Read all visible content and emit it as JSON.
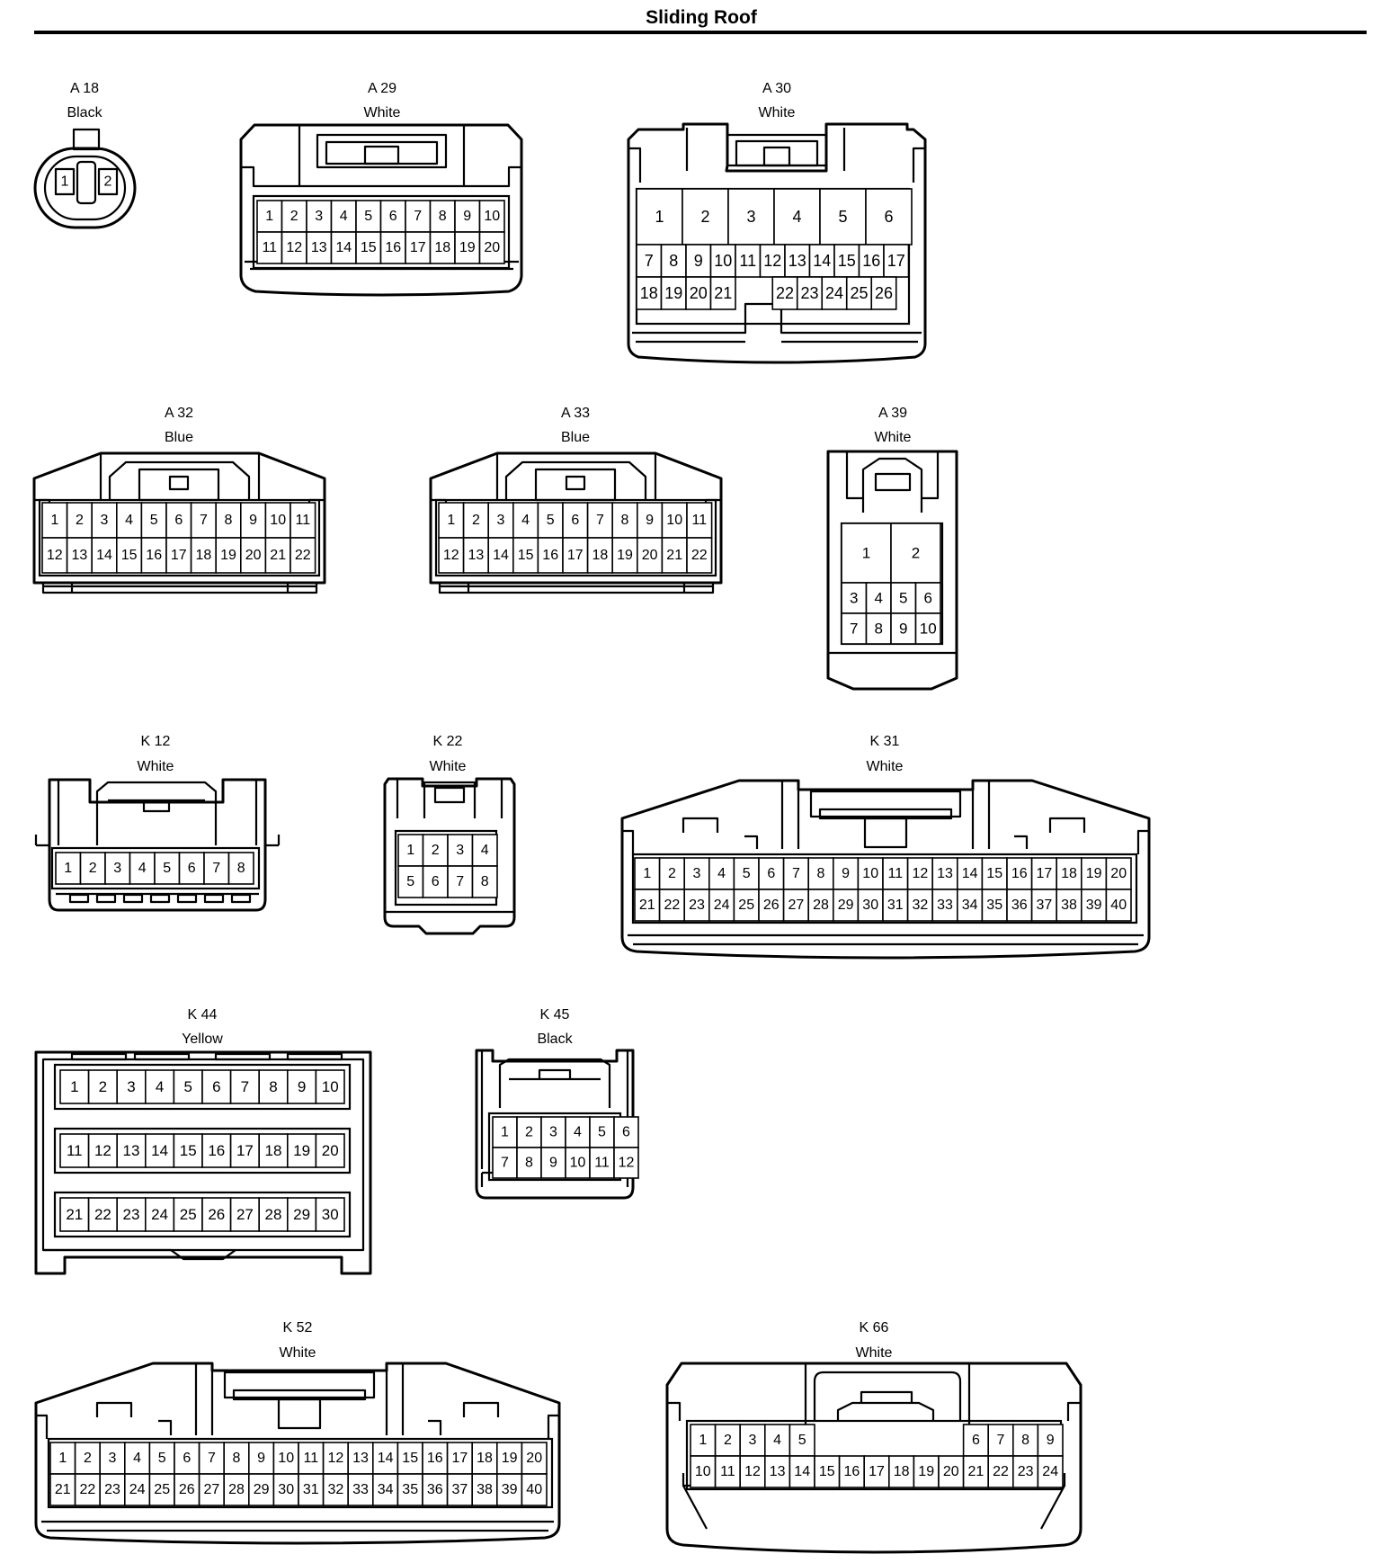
{
  "page": {
    "title": "Sliding Roof"
  },
  "connectors": [
    {
      "id": "A 18",
      "color": "Black",
      "pins": [
        1,
        2
      ]
    },
    {
      "id": "A 29",
      "color": "White",
      "rows": [
        [
          1,
          2,
          3,
          4,
          5,
          6,
          7,
          8,
          9,
          10
        ],
        [
          11,
          12,
          13,
          14,
          15,
          16,
          17,
          18,
          19,
          20
        ]
      ]
    },
    {
      "id": "A 30",
      "color": "White",
      "rows": [
        [
          1,
          2,
          3,
          4,
          5,
          6
        ],
        [
          7,
          8,
          9,
          10,
          11,
          12,
          13,
          14,
          15,
          16,
          17
        ],
        [
          18,
          19,
          20,
          21,
          null,
          22,
          23,
          24,
          25,
          26
        ]
      ]
    },
    {
      "id": "A 32",
      "color": "Blue",
      "rows": [
        [
          1,
          2,
          3,
          4,
          5,
          6,
          7,
          8,
          9,
          10,
          11
        ],
        [
          12,
          13,
          14,
          15,
          16,
          17,
          18,
          19,
          20,
          21,
          22
        ]
      ]
    },
    {
      "id": "A 33",
      "color": "Blue",
      "rows": [
        [
          1,
          2,
          3,
          4,
          5,
          6,
          7,
          8,
          9,
          10,
          11
        ],
        [
          12,
          13,
          14,
          15,
          16,
          17,
          18,
          19,
          20,
          21,
          22
        ]
      ]
    },
    {
      "id": "A 39",
      "color": "White",
      "rows": [
        [
          1,
          2
        ],
        [
          3,
          4,
          5,
          6
        ],
        [
          7,
          8,
          9,
          10
        ]
      ]
    },
    {
      "id": "K 12",
      "color": "White",
      "rows": [
        [
          1,
          2,
          3,
          4,
          5,
          6,
          7,
          8
        ]
      ]
    },
    {
      "id": "K 22",
      "color": "White",
      "rows": [
        [
          1,
          2,
          3,
          4
        ],
        [
          5,
          6,
          7,
          8
        ]
      ]
    },
    {
      "id": "K 31",
      "color": "White",
      "rows": [
        [
          1,
          2,
          3,
          4,
          5,
          6,
          7,
          8,
          9,
          10,
          11,
          12,
          13,
          14,
          15,
          16,
          17,
          18,
          19,
          20
        ],
        [
          21,
          22,
          23,
          24,
          25,
          26,
          27,
          28,
          29,
          30,
          31,
          32,
          33,
          34,
          35,
          36,
          37,
          38,
          39,
          40
        ]
      ]
    },
    {
      "id": "K 44",
      "color": "Yellow",
      "rows": [
        [
          1,
          2,
          3,
          4,
          5,
          6,
          7,
          8,
          9,
          10
        ],
        [
          11,
          12,
          13,
          14,
          15,
          16,
          17,
          18,
          19,
          20
        ],
        [
          21,
          22,
          23,
          24,
          25,
          26,
          27,
          28,
          29,
          30
        ]
      ]
    },
    {
      "id": "K 45",
      "color": "Black",
      "rows": [
        [
          1,
          2,
          3,
          4,
          5,
          6
        ],
        [
          7,
          8,
          9,
          10,
          11,
          12
        ]
      ]
    },
    {
      "id": "K 52",
      "color": "White",
      "rows": [
        [
          1,
          2,
          3,
          4,
          5,
          6,
          7,
          8,
          9,
          10,
          11,
          12,
          13,
          14,
          15,
          16,
          17,
          18,
          19,
          20
        ],
        [
          21,
          22,
          23,
          24,
          25,
          26,
          27,
          28,
          29,
          30,
          31,
          32,
          33,
          34,
          35,
          36,
          37,
          38,
          39,
          40
        ]
      ]
    },
    {
      "id": "K 66",
      "color": "White",
      "rows": [
        [
          1,
          2,
          3,
          4,
          5,
          null,
          6,
          7,
          8,
          9
        ],
        [
          10,
          11,
          12,
          13,
          14,
          15,
          16,
          17,
          18,
          19,
          20,
          21,
          22,
          23,
          24
        ]
      ]
    }
  ]
}
